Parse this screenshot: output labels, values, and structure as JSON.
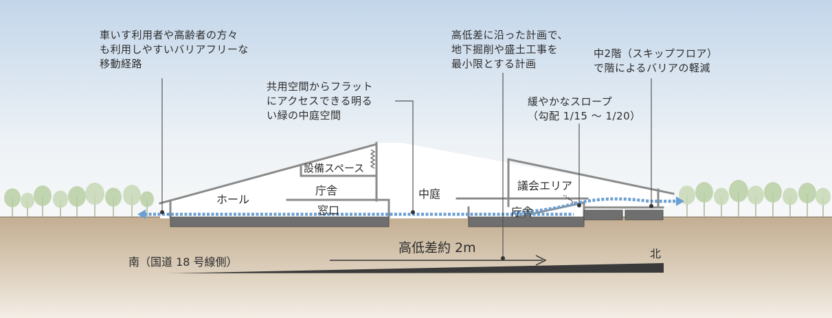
{
  "annotations": {
    "barrier_free_route": "車いす利用者や高齢者の方々\nも利用しやすいバリアフリーな\n移動経路",
    "terrain_plan": "高低差に沿った計画で、\n地下掘削や盛土工事を\n最小限とする計画",
    "skip_floor": "中2階（スキップフロア）\nで階によるバリアの軽減",
    "courtyard": "共用空間からフラット\nにアクセスできる明る\nい緑の中庭空間",
    "slope": "緩やかなスロープ\n（勾配 1/15 ～ 1/20）"
  },
  "rooms": {
    "facilities": "設備スペース",
    "office_left": "庁舎",
    "hall": "ホール",
    "courtyard": "中庭",
    "counter": "窓口",
    "council": "議会エリア",
    "office_right": "庁舎"
  },
  "elevation": {
    "difference": "高低差約 2m",
    "south": "南（国道 18 号線側）",
    "north": "北"
  },
  "colors": {
    "sky_top": "#c3d6ea",
    "ground": "#c8b59c",
    "route": "#6c9fd1",
    "structure": "#8a8a8a",
    "foundation": "#6f6f6f"
  }
}
